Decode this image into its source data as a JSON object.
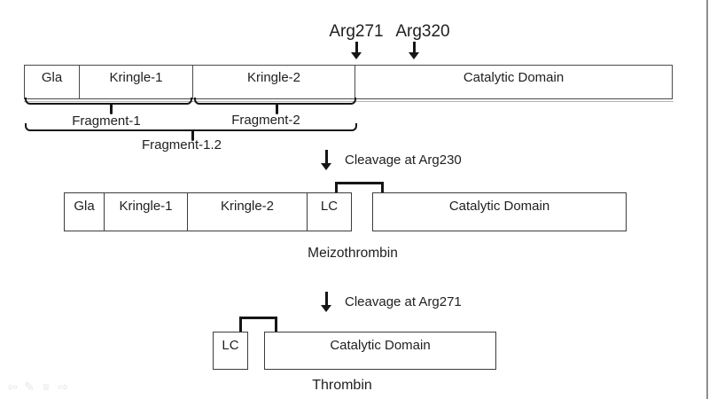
{
  "prothrombin": {
    "arg271": "Arg271",
    "arg320": "Arg320",
    "segments": [
      "Gla",
      "Kringle-1",
      "Kringle-2",
      "Catalytic Domain"
    ],
    "fragment1": "Fragment-1",
    "fragment2": "Fragment-2",
    "fragment12": "Fragment-1.2"
  },
  "meizothrombin": {
    "cleavage": "Cleavage at Arg230",
    "segments": [
      "Gla",
      "Kringle-1",
      "Kringle-2",
      "LC"
    ],
    "catalytic": "Catalytic Domain",
    "name": "Meizothrombin"
  },
  "thrombin": {
    "cleavage": "Cleavage at Arg271",
    "lc": "LC",
    "catalytic": "Catalytic Domain",
    "name": "Thrombin"
  },
  "colors": {
    "line": "#161616",
    "box_border": "#3c3c3c",
    "faint_icon": "#e7e7e7",
    "window_edge": "#8e8e8e"
  }
}
